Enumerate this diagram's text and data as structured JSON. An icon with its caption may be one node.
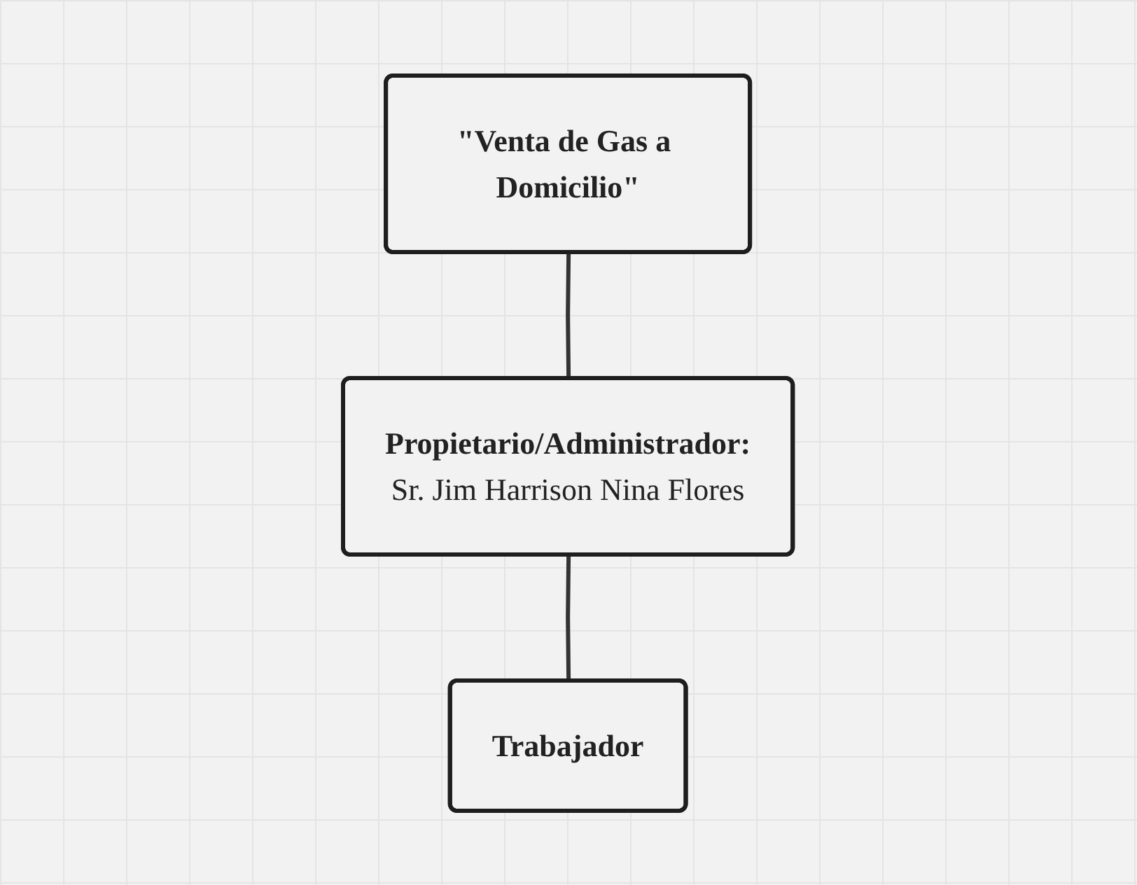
{
  "diagram": {
    "nodes": [
      {
        "text": [
          "\"Venta de Gas a Domicilio\""
        ]
      },
      {
        "text": [
          "Propietario/Administrador:",
          "Sr. Jim Harrison Nina Flores"
        ]
      },
      {
        "text": [
          "Trabajador"
        ]
      }
    ],
    "edges": [
      {
        "from": 0,
        "to": 1,
        "arrow": "none"
      },
      {
        "from": 1,
        "to": 2,
        "arrow": "none"
      }
    ]
  }
}
